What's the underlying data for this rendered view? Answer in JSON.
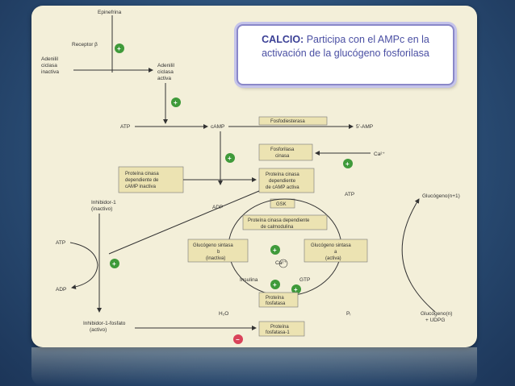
{
  "callout": {
    "title": "CALCIO:",
    "text": " Participa con el AMPc en la activación de la glucógeno fosforilasa"
  },
  "diagram": {
    "epinefrina": "Epinefrina",
    "receptor": "Receptor β",
    "adenil_inactiva": [
      "Adenilil",
      "ciclasa",
      "inactiva"
    ],
    "adenil_activa": [
      "Adenilil",
      "ciclasa",
      "activa"
    ],
    "atp": "ATP",
    "camp": "cAMP",
    "fosfodiesterasa": "Fosfodiesterasa",
    "amp5": "5'-AMP",
    "fosforilasa_cinasa": [
      "Fosforilasa",
      "cinasa"
    ],
    "ca2": "Ca²⁺",
    "pk_inactiva": [
      "Proteína cinasa",
      "dependiente de",
      "cAMP inactiva"
    ],
    "pk_activa": [
      "Proteína cinasa",
      "dependiente",
      "de cAMP activa"
    ],
    "inhibidor1": [
      "Inhibidor-1",
      "(inactivo)"
    ],
    "gsk": "GSK",
    "atp2": "ATP",
    "adp": "ADP",
    "pk_calmodulina": [
      "Proteína cinasa dependiente",
      "de calmodulina"
    ],
    "gs_b": [
      "Glucógeno sintasa",
      "b",
      "(inactiva)"
    ],
    "gs_a": [
      "Glucógeno sintasa",
      "a",
      "(activa)"
    ],
    "ca2b": "Ca²⁺",
    "insulina": "Insulina",
    "gtp": "GTP",
    "atp_left": "ATP",
    "adp_left": "ADP",
    "proteina_fosfatasa": [
      "Proteína",
      "fosfatasa"
    ],
    "h2o": "H₂O",
    "pi": "Pᵢ",
    "inhibidor1_fosfato": [
      "Inhibidor-1-fosfato",
      "(activo)"
    ],
    "proteina_fosfatasa1": [
      "Proteína",
      "fosfatasa-1"
    ],
    "glucogeno_n1": "Glucógeno(n+1)",
    "glucogeno_n": [
      "Glucógeno(n)",
      "+ UDPG"
    ],
    "plus": "+",
    "minus": "−"
  },
  "colors": {
    "plus_circle": "#3f9a3a",
    "minus_circle": "#d9435a",
    "box_fill": "#ece3b2",
    "callout_border": "#8a88c8"
  }
}
